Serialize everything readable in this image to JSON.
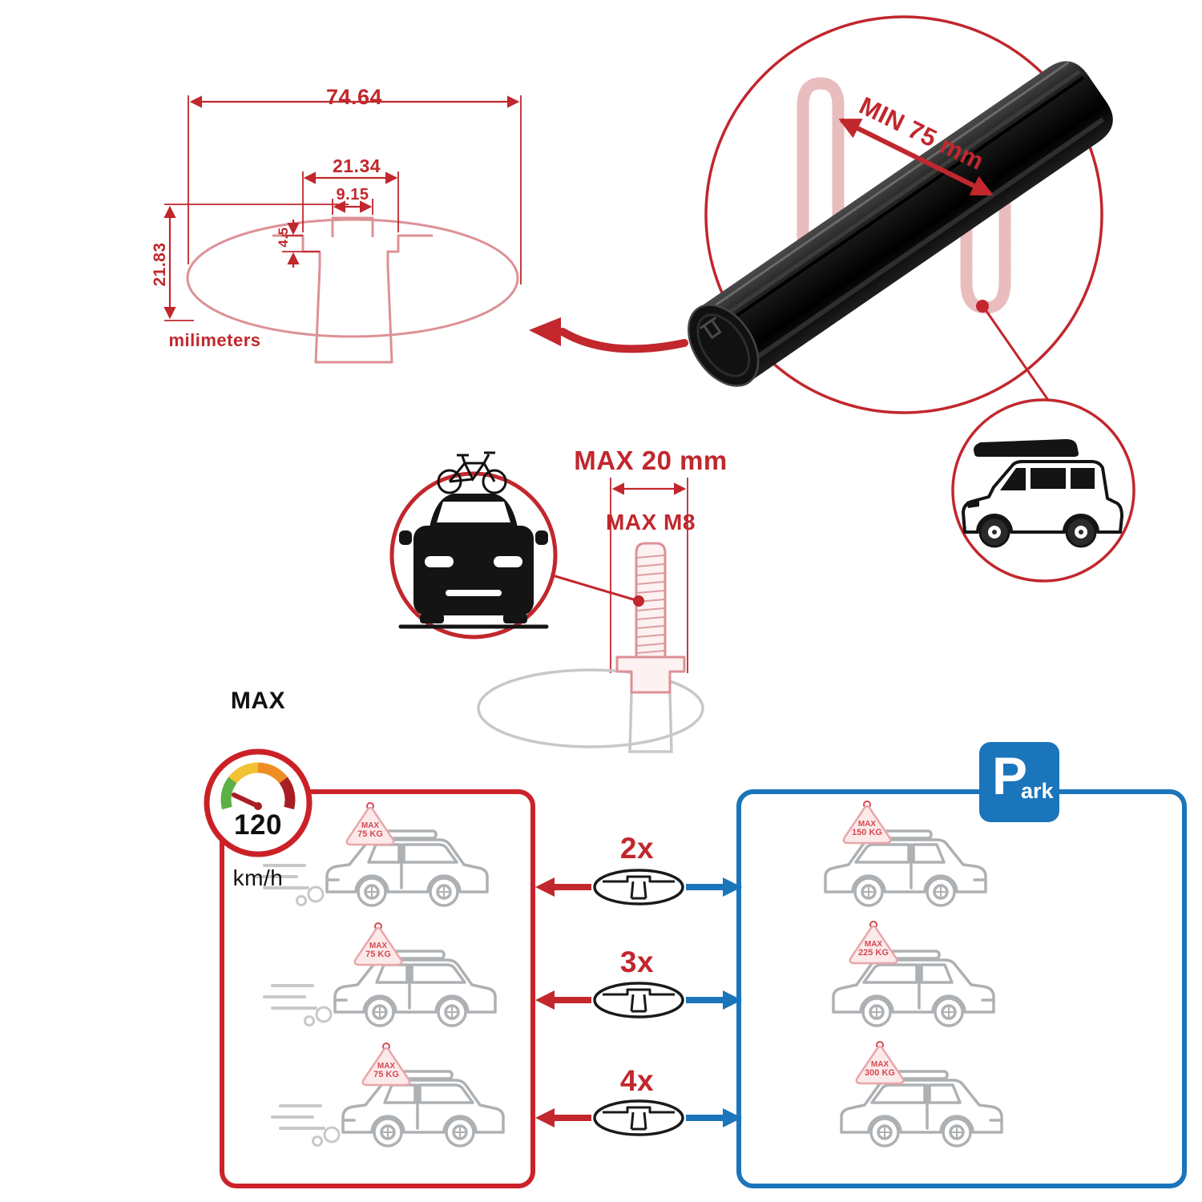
{
  "palette": {
    "brand_red": "#c1272d",
    "brand_blue": "#1b75bb",
    "profile_pink": "#dc9196",
    "car_gray": "#aeb1b4",
    "bar_black": "#111111",
    "gauge_green": "#5cb044",
    "gauge_yellow": "#f2c233",
    "gauge_orange": "#ef8d22",
    "gauge_red": "#a81e24"
  },
  "dimension_diagram": {
    "total_width": "74.64",
    "slot_outer_width": "21.34",
    "slot_inner_width": "9.15",
    "lip_depth": "4.5",
    "bar_height": "21.83",
    "units": "milimeters"
  },
  "crossbar_detail": {
    "min_span": "MIN 75 mm"
  },
  "bolt_detail": {
    "max_width": "MAX 20 mm",
    "max_thread": "MAX M8"
  },
  "speed_limit": {
    "label": "MAX",
    "value": "120",
    "unit": "km/h"
  },
  "park_sign": {
    "letter": "P",
    "suffix": "ark"
  },
  "comparison": {
    "multipliers": [
      "2x",
      "3x",
      "4x"
    ],
    "driving_loads": [
      {
        "line1": "MAX",
        "line2": "75 KG"
      },
      {
        "line1": "MAX",
        "line2": "75 KG"
      },
      {
        "line1": "MAX",
        "line2": "75 KG"
      }
    ],
    "parked_loads": [
      {
        "line1": "MAX",
        "line2": "150 KG"
      },
      {
        "line1": "MAX",
        "line2": "225 KG"
      },
      {
        "line1": "MAX",
        "line2": "300 KG"
      }
    ]
  }
}
